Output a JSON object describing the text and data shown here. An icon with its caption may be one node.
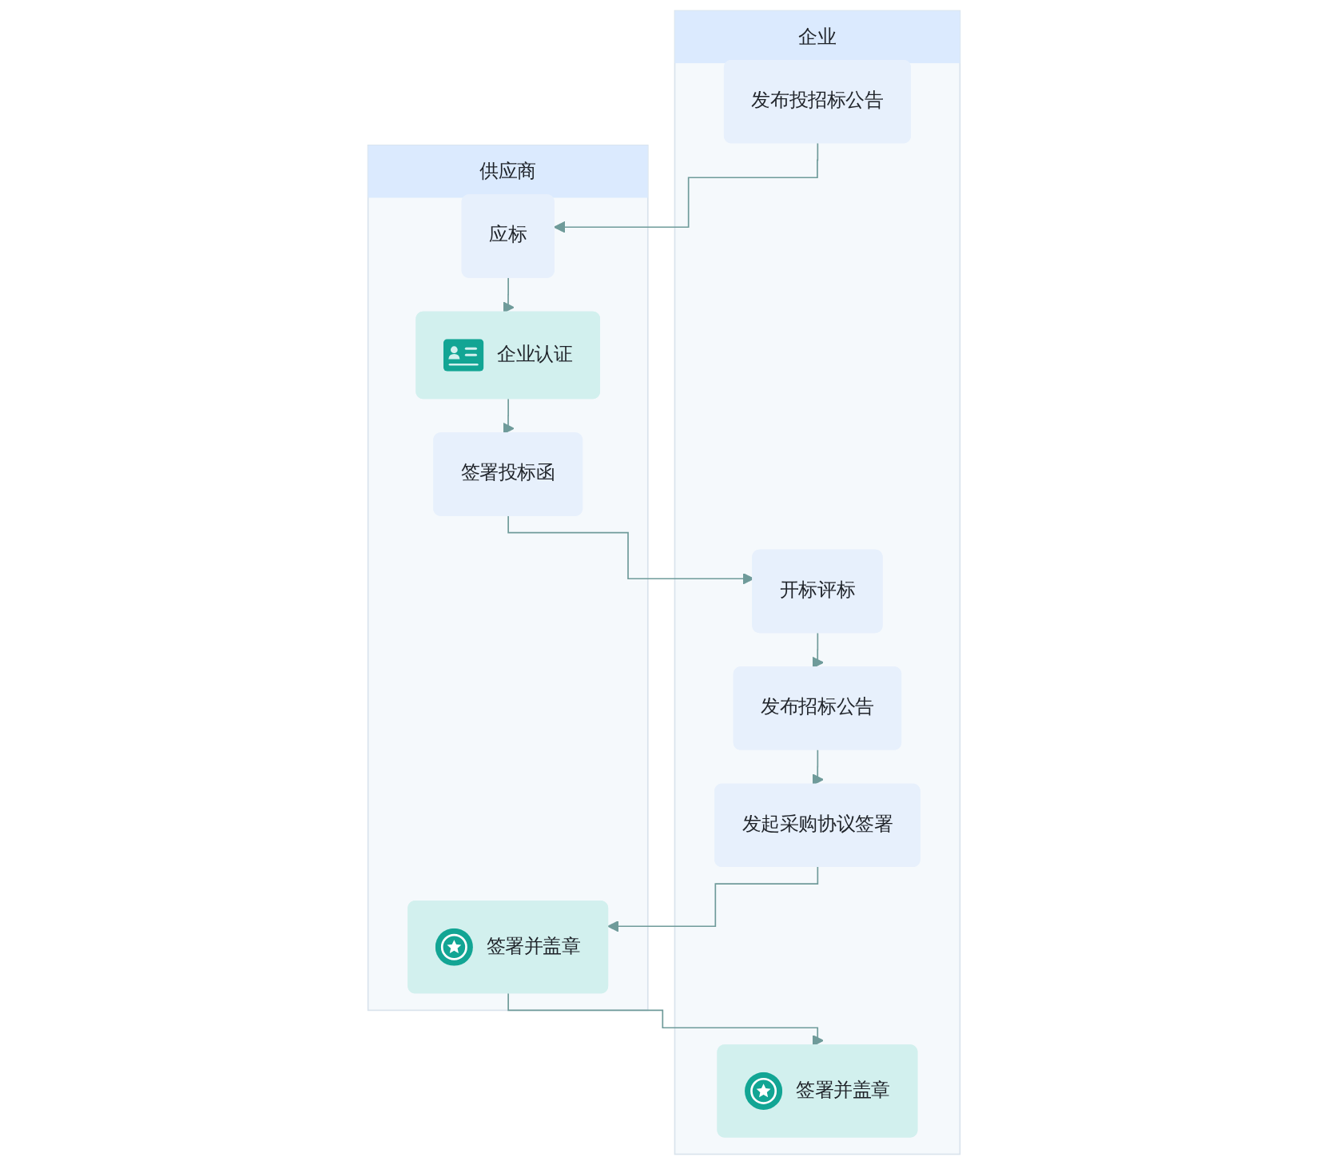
{
  "diagram": {
    "nodes": [
      {
        "text": [
          "供应商"
        ]
      },
      {
        "text": [
          "企业"
        ]
      },
      {
        "text": [
          "应标"
        ],
        "in": 0
      },
      {
        "text": [
          "发布投招标公告"
        ],
        "in": 1
      },
      {
        "text": [
          "企业认证"
        ],
        "in": 0
      },
      {
        "text": [
          "签署投标函"
        ],
        "in": 0
      },
      {
        "text": [
          "开标评标"
        ],
        "in": 1
      },
      {
        "text": [
          "发布招标公告"
        ],
        "in": 1
      },
      {
        "text": [
          "签署并盖章"
        ],
        "in": 0
      },
      {
        "text": [
          "发起采购协议签署"
        ],
        "in": 1
      },
      {
        "text": [
          "签署并盖章"
        ],
        "in": 1
      }
    ],
    "edges": [
      {
        "from": 3,
        "to": 2,
        "arrow": "to"
      },
      {
        "from": 2,
        "to": 4,
        "arrow": "to"
      },
      {
        "from": 4,
        "to": 5,
        "arrow": "to"
      },
      {
        "from": 5,
        "to": 6,
        "arrow": "to"
      },
      {
        "from": 6,
        "to": 7,
        "arrow": "to"
      },
      {
        "from": 7,
        "to": 9,
        "arrow": "to"
      },
      {
        "from": 9,
        "to": 8,
        "arrow": "to"
      },
      {
        "from": 8,
        "to": 10,
        "arrow": "to"
      }
    ]
  }
}
